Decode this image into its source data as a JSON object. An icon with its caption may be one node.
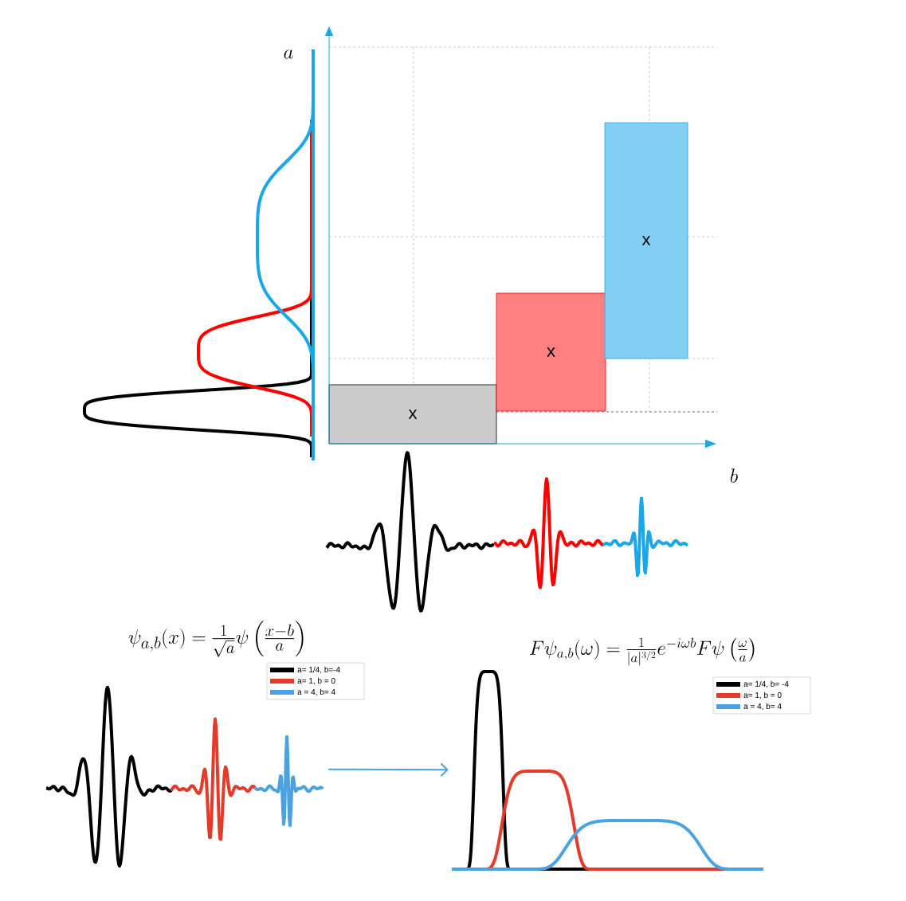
{
  "diagram": {
    "nodes": [
      {
        "text": [
          "x"
        ]
      },
      {
        "text": [
          "x"
        ]
      },
      {
        "text": [
          "x"
        ]
      },
      {
        "text": [],
        "shape": "picture"
      },
      {
        "text": [],
        "shape": "picture"
      }
    ],
    "edges": [
      {
        "from": 3,
        "to": 4,
        "arrow": "to"
      }
    ],
    "labels": [
      "a",
      "b",
      "\\psi_{a,b}(x) = \\frac{1}{\\sqrt{a}}\\psi\\left(\\tfrac{x-b}{a}\\right)",
      "F\\psi_{a,b}(\\omega) = \\tfrac{1}{|a|^{3/2}}e^{-i\\omega b}F\\psi\\left(\\tfrac{\\omega}{a}\\right)"
    ],
    "legend": [
      {
        "text": "a= 1/4, b=-4",
        "color": "#000000"
      },
      {
        "text": "a= 1, b = 0",
        "color": "#e53a2a"
      },
      {
        "text": "a = 4, b= 4",
        "color": "#4aa3e0"
      },
      {
        "text": "a= 1/4, b= -4",
        "color": "#000000"
      },
      {
        "text": "a= 1, b = 0",
        "color": "#e53a2a"
      },
      {
        "text": "a = 4, b= 4",
        "color": "#4aa3e0"
      }
    ]
  }
}
